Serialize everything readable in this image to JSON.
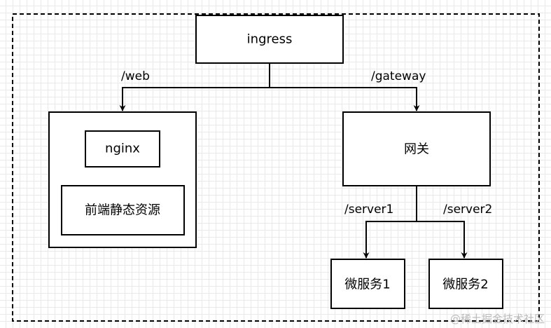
{
  "nodes": {
    "ingress": "ingress",
    "nginx": "nginx",
    "frontend": "前端静态资源",
    "gateway": "网关",
    "service1": "微服务1",
    "service2": "微服务2"
  },
  "edges": {
    "web": "/web",
    "gateway": "/gateway",
    "server1": "/server1",
    "server2": "/server2"
  },
  "watermark": "@稀土掘金技术社区"
}
